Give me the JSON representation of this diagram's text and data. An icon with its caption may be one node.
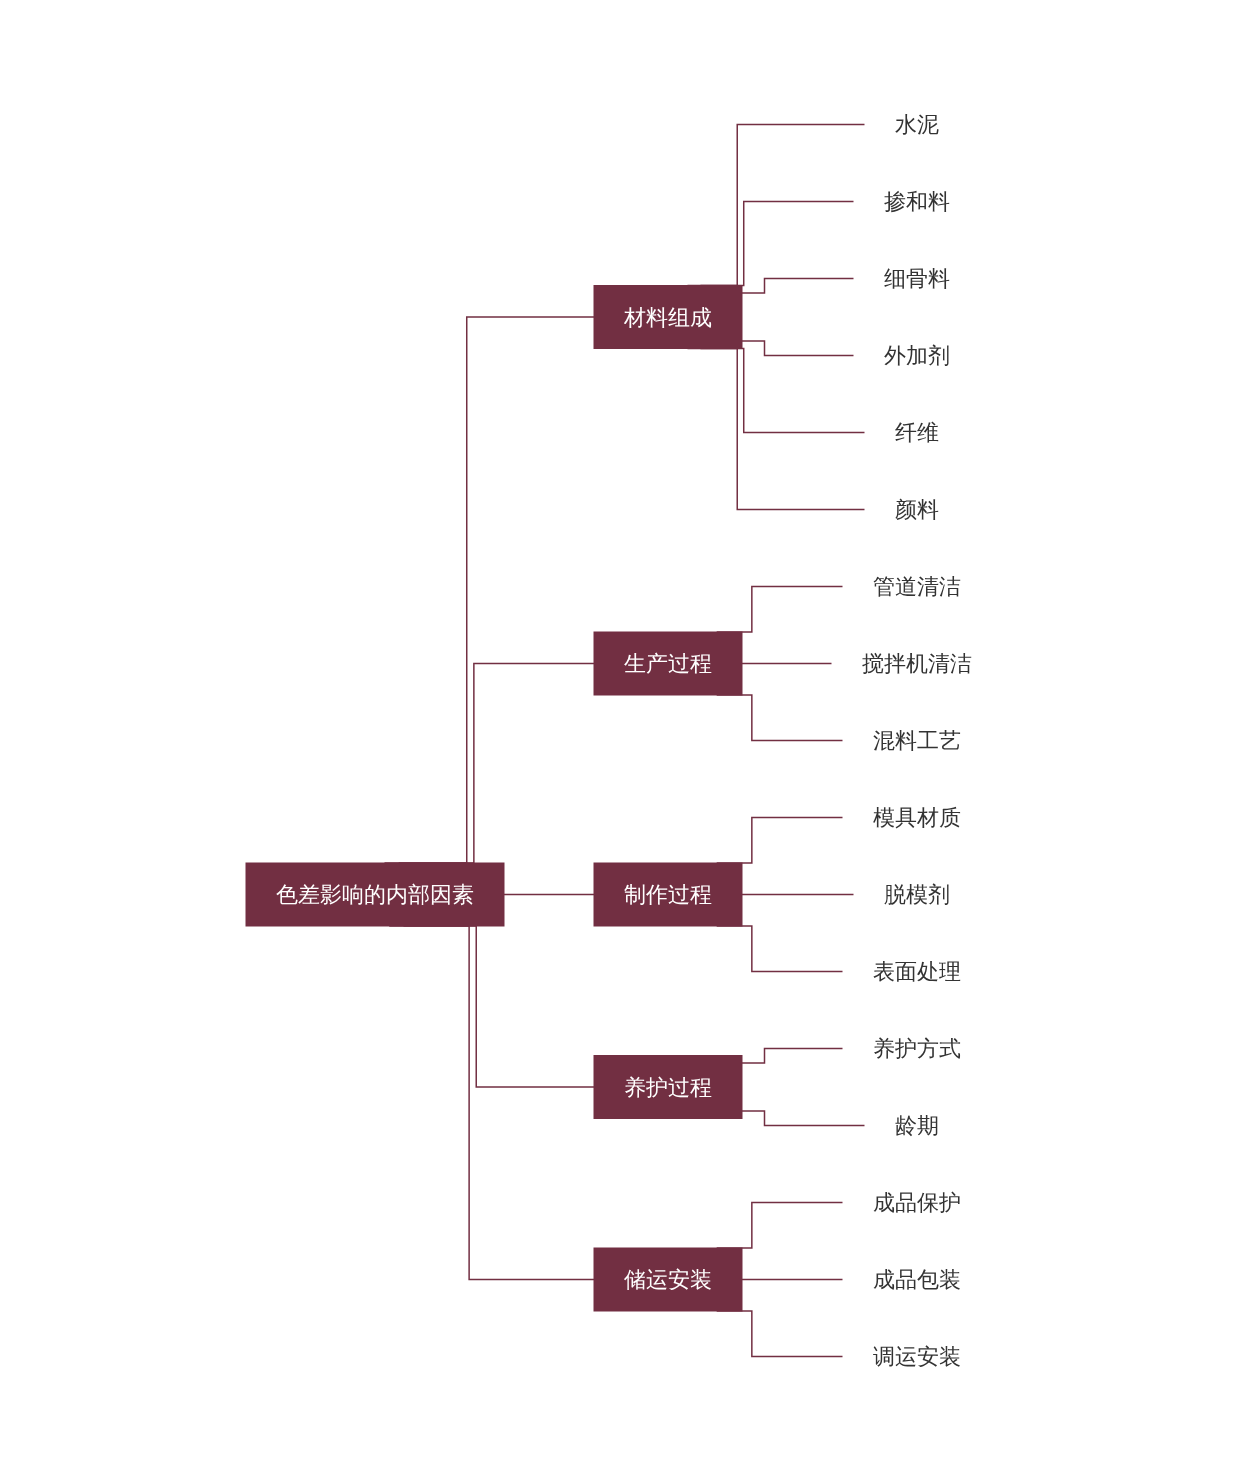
{
  "diagram": {
    "nodes": [
      {
        "text": [
          "色差影响的内部因素"
        ]
      },
      {
        "text": [
          "材料组成"
        ]
      },
      {
        "text": [
          "水泥"
        ]
      },
      {
        "text": [
          "掺和料"
        ]
      },
      {
        "text": [
          "细骨料"
        ]
      },
      {
        "text": [
          "外加剂"
        ]
      },
      {
        "text": [
          "纤维"
        ]
      },
      {
        "text": [
          "颜料"
        ]
      },
      {
        "text": [
          "生产过程"
        ]
      },
      {
        "text": [
          "管道清洁"
        ]
      },
      {
        "text": [
          "搅拌机清洁"
        ]
      },
      {
        "text": [
          "混料工艺"
        ]
      },
      {
        "text": [
          "制作过程"
        ]
      },
      {
        "text": [
          "模具材质"
        ]
      },
      {
        "text": [
          "脱模剂"
        ]
      },
      {
        "text": [
          "表面处理"
        ]
      },
      {
        "text": [
          "养护过程"
        ]
      },
      {
        "text": [
          "养护方式"
        ]
      },
      {
        "text": [
          "龄期"
        ]
      },
      {
        "text": [
          "储运安装"
        ]
      },
      {
        "text": [
          "成品保护"
        ]
      },
      {
        "text": [
          "成品包装"
        ]
      },
      {
        "text": [
          "调运安装"
        ]
      }
    ],
    "edges": [
      {
        "from": 0,
        "to": 1,
        "arrow": "none"
      },
      {
        "from": 0,
        "to": 8,
        "arrow": "none"
      },
      {
        "from": 0,
        "to": 12,
        "arrow": "none"
      },
      {
        "from": 0,
        "to": 16,
        "arrow": "none"
      },
      {
        "from": 0,
        "to": 19,
        "arrow": "none"
      },
      {
        "from": 1,
        "to": 2,
        "arrow": "none"
      },
      {
        "from": 1,
        "to": 3,
        "arrow": "none"
      },
      {
        "from": 1,
        "to": 4,
        "arrow": "none"
      },
      {
        "from": 1,
        "to": 5,
        "arrow": "none"
      },
      {
        "from": 1,
        "to": 6,
        "arrow": "none"
      },
      {
        "from": 1,
        "to": 7,
        "arrow": "none"
      },
      {
        "from": 8,
        "to": 9,
        "arrow": "none"
      },
      {
        "from": 8,
        "to": 10,
        "arrow": "none"
      },
      {
        "from": 8,
        "to": 11,
        "arrow": "none"
      },
      {
        "from": 12,
        "to": 13,
        "arrow": "none"
      },
      {
        "from": 12,
        "to": 14,
        "arrow": "none"
      },
      {
        "from": 12,
        "to": 15,
        "arrow": "none"
      },
      {
        "from": 16,
        "to": 17,
        "arrow": "none"
      },
      {
        "from": 16,
        "to": 18,
        "arrow": "none"
      },
      {
        "from": 19,
        "to": 20,
        "arrow": "none"
      },
      {
        "from": 19,
        "to": 21,
        "arrow": "none"
      },
      {
        "from": 19,
        "to": 22,
        "arrow": "none"
      }
    ]
  }
}
